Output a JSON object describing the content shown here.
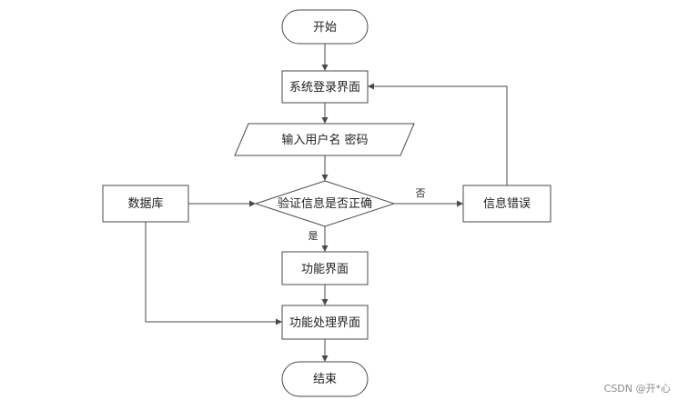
{
  "nodes": {
    "start": "开始",
    "login": "系统登录界面",
    "input": "输入用户名 密码",
    "database": "数据库",
    "verify": "验证信息是否正确",
    "error": "信息错误",
    "function": "功能界面",
    "process": "功能处理界面",
    "end": "结束"
  },
  "edges": {
    "no_label": "否",
    "yes_label": "是"
  },
  "watermark": "CSDN @开*心"
}
